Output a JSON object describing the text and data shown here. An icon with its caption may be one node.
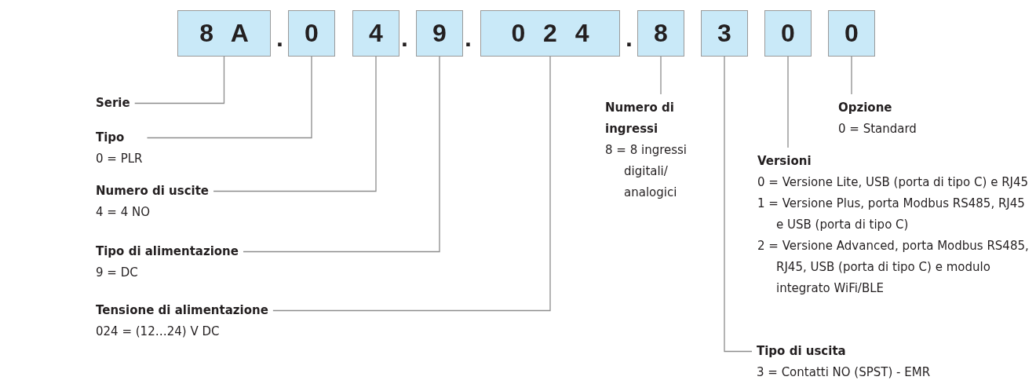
{
  "diagram": {
    "nodes": [
      {
        "text": [
          "8 A"
        ]
      },
      {
        "text": [
          "0"
        ]
      },
      {
        "text": [
          "4"
        ]
      },
      {
        "text": [
          "9"
        ]
      },
      {
        "text": [
          "0 2 4"
        ]
      },
      {
        "text": [
          "8"
        ]
      },
      {
        "text": [
          "3"
        ]
      },
      {
        "text": [
          "0"
        ]
      },
      {
        "text": [
          "0"
        ]
      },
      {
        "text": [
          "Serie"
        ]
      },
      {
        "text": [
          "Tipo",
          "0 = PLR"
        ]
      },
      {
        "text": [
          "Numero di uscite",
          "4 = 4 NO"
        ]
      },
      {
        "text": [
          "Tipo di alimentazione",
          "9 = DC"
        ]
      },
      {
        "text": [
          "Tensione di alimentazione",
          "024 = (12…24) V DC"
        ]
      },
      {
        "text": [
          "Numero di ingressi",
          "8 = 8 ingressi digitali/ analogici"
        ]
      },
      {
        "text": [
          "Opzione",
          "0 = Standard"
        ]
      },
      {
        "text": [
          "Versioni",
          "0 = Versione Lite, USB (porta di tipo C) e RJ45",
          "1 = Versione Plus, porta Modbus RS485, RJ45 e USB (porta di tipo C)",
          "2 = Versione Advanced, porta Modbus RS485, RJ45, USB (porta di tipo C) e modulo integrato WiFi/BLE"
        ]
      },
      {
        "text": [
          "Tipo di uscita",
          "3 = Contatti NO (SPST) - EMR"
        ]
      }
    ],
    "edges": [
      {
        "from": 9,
        "to": 0,
        "arrow": "none"
      },
      {
        "from": 10,
        "to": 1,
        "arrow": "none"
      },
      {
        "from": 11,
        "to": 2,
        "arrow": "none"
      },
      {
        "from": 12,
        "to": 3,
        "arrow": "none"
      },
      {
        "from": 13,
        "to": 4,
        "arrow": "none"
      },
      {
        "from": 14,
        "to": 5,
        "arrow": "none"
      },
      {
        "from": 17,
        "to": 6,
        "arrow": "none"
      },
      {
        "from": 16,
        "to": 7,
        "arrow": "none"
      },
      {
        "from": 15,
        "to": 8,
        "arrow": "none"
      }
    ],
    "labels": [
      ".",
      ".",
      ".",
      "."
    ]
  }
}
